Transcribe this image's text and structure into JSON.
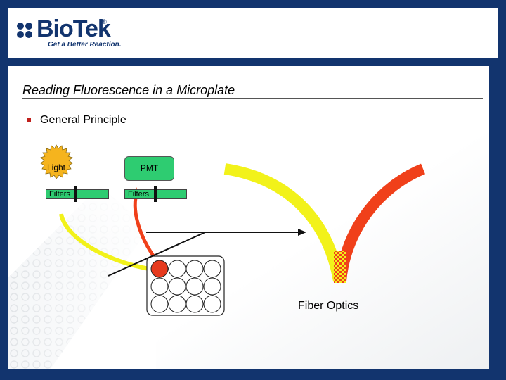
{
  "header": {
    "brand": "BioTek",
    "registered_mark": "®",
    "tagline": "Get a Better Reaction."
  },
  "slide": {
    "title": "Reading Fluorescence in a Microplate",
    "bullet": "General Principle"
  },
  "diagram": {
    "light_label": "Light",
    "pmt_label": "PMT",
    "filter_left_label": "Filters",
    "filter_right_label": "Filters",
    "fiber_label": "Fiber Optics",
    "well_grid": {
      "rows": 3,
      "cols": 4,
      "highlighted_well": [
        0,
        0
      ]
    }
  },
  "colors": {
    "brand_navy": "#12346e",
    "excitation_yellow": "#f2f21a",
    "emission_red": "#f0401a",
    "filter_green": "#2ecc71",
    "light_burst": "#f5b41e",
    "highlight_well": "#e63a1e",
    "bullet_red": "#c0201c"
  }
}
